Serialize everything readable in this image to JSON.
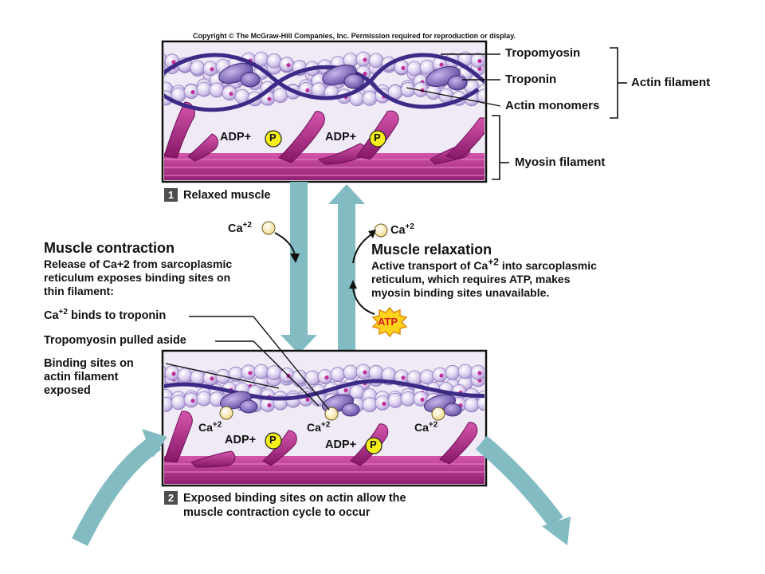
{
  "copyright": "Copyright © The McGraw-Hill Companies, Inc. Permission required for reproduction or display.",
  "panel1": {
    "labels": {
      "tropomyosin": "Tropomyosin",
      "troponin": "Troponin",
      "actin_monomers": "Actin monomers",
      "actin_filament": "Actin filament",
      "myosin_filament": "Myosin filament"
    },
    "adp": "ADP+",
    "p": "P",
    "step_number": "1",
    "step_label": "Relaxed muscle"
  },
  "calcium": {
    "ca": "Ca",
    "charge": "+2"
  },
  "contraction": {
    "title": "Muscle contraction",
    "body": "Release of Ca+2 from sarcoplasmic\nreticulum exposes binding sites on\nthin filament:"
  },
  "relaxation": {
    "title": "Muscle relaxation",
    "body_prefix": "Active transport of Ca",
    "body_charge": "+2",
    "body_suffix": " into sarcoplasmic",
    "body_rest": "reticulum, which requires ATP, makes\nmyosin binding sites unavailable.",
    "atp": "ATP"
  },
  "panel2": {
    "callouts": {
      "ca_binds_prefix": "Ca",
      "ca_binds_charge": "+2",
      "ca_binds_suffix": " binds to troponin",
      "tropomyosin_pulled": "Tropomyosin pulled aside",
      "binding_sites": "Binding sites on\nactin filament\nexposed"
    },
    "step_number": "2",
    "step_label": "Exposed binding sites on actin allow the\nmuscle contraction cycle to occur"
  },
  "colors": {
    "panel_bg": "#ece6f5",
    "actin_bead": "#cbbde6",
    "actin_dot": "#c0309a",
    "tropomyosin": "#3b2a86",
    "troponin": "#8066b4",
    "myosin": "#a4207e",
    "myosin_light": "#c3449c",
    "flow_arrow": "#82bcc2",
    "calcium_ion": "#fbeab5",
    "phosphate": "#f6ee1a",
    "atp_burst": "#ffd21c",
    "atp_text": "#d42020"
  }
}
